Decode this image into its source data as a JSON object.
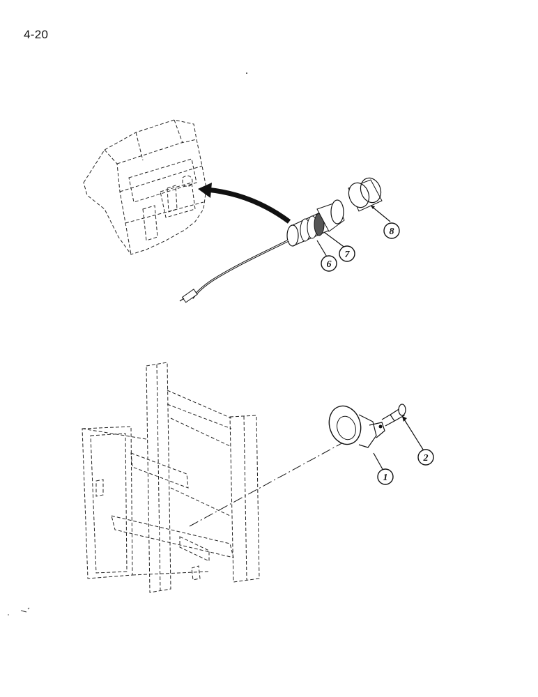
{
  "page": {
    "number": "4-20"
  },
  "callouts": [
    {
      "id": "1",
      "label": "1"
    },
    {
      "id": "2",
      "label": "2"
    },
    {
      "id": "6",
      "label": "6"
    },
    {
      "id": "7",
      "label": "7"
    },
    {
      "id": "8",
      "label": "8"
    }
  ]
}
